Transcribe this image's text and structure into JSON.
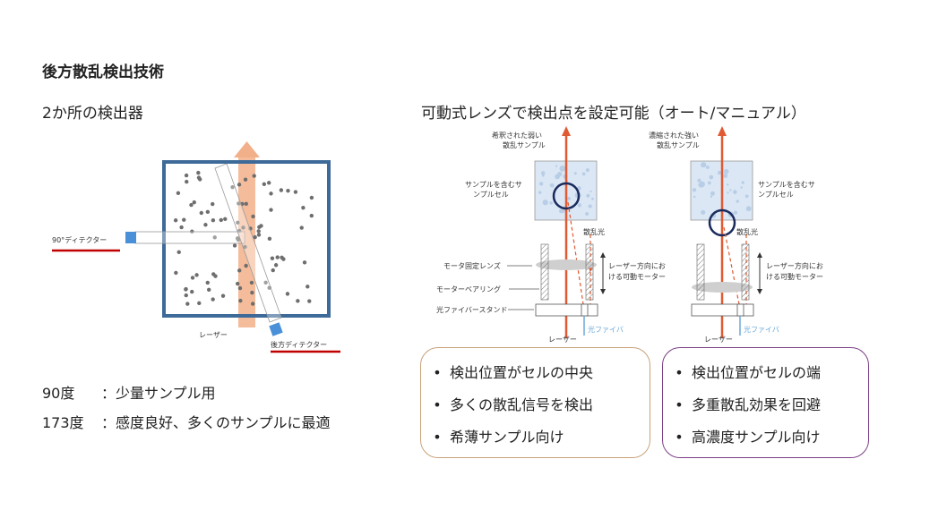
{
  "title": "後方散乱検出技術",
  "left": {
    "heading": "2か所の検出器",
    "label_90": "90°ディテクター",
    "label_back": "後方ディテクター",
    "label_laser": "レーザー",
    "notes": [
      {
        "deg": "90度",
        "text": "：少量サンプル用"
      },
      {
        "deg": "173度",
        "text": "：感度良好、多くのサンプルに最適"
      }
    ]
  },
  "right": {
    "heading": "可動式レンズで検出点を設定可能（オート/マニュアル）",
    "diagram_a": {
      "top_label_1": "希釈された弱い",
      "top_label_2": "散乱サンプル",
      "cell_label_1": "サンプルを含むサ",
      "cell_label_2": "ンプルセル",
      "scatter_label": "散乱光",
      "motor_label_1": "レーザー方向にお",
      "motor_label_2": "ける可動モーター",
      "lens_label": "モータ固定レンズ",
      "bearing_label": "モーターベアリング",
      "stand_label": "光ファイバースタンド",
      "laser_label": "レーザー",
      "fiber_label": "光ファイバ"
    },
    "diagram_b": {
      "top_label_1": "濃縮された強い",
      "top_label_2": "散乱サンプル",
      "cell_label_1": "サンプルを含むサ",
      "cell_label_2": "ンプルセル",
      "scatter_label": "散乱光",
      "motor_label_1": "レーザー方向にお",
      "motor_label_2": "ける可動モーター",
      "laser_label": "レーザー",
      "fiber_label": "光ファイバ"
    },
    "box_a": {
      "border_color": "#c8a27a",
      "items": [
        "検出位置がセルの中央",
        "多くの散乱信号を検出",
        "希薄サンプル向け"
      ]
    },
    "box_b": {
      "border_color": "#7b3f86",
      "items": [
        "検出位置がセルの端",
        "多重散乱効果を回避",
        "高濃度サンプル向け"
      ]
    }
  },
  "colors": {
    "cell_border": "#3d6a99",
    "laser_beam": "#f2b08a",
    "detector": "#4a90d9",
    "underline": "#c00000",
    "laser_red": "#e05a33",
    "circle": "#1a2a5c",
    "fiber": "#6aa8d8",
    "cell_fill": "#dbe7f4"
  }
}
